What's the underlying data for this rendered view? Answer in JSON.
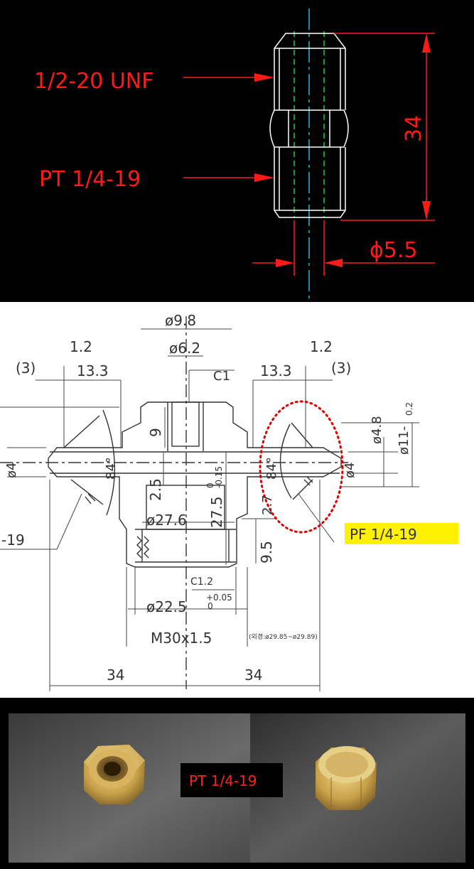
{
  "cad_drawing": {
    "label_top_thread": "1/2-20 UNF",
    "label_bottom_thread": "PT 1/4-19",
    "dim_height": "34",
    "dim_diameter": "ϕ5.5",
    "colors": {
      "background": "#000000",
      "dimension": "#ff1a1a",
      "outline": "#ffffff",
      "hidden": "#22cc33",
      "center": "#22bbdd"
    }
  },
  "tech_drawing": {
    "dims": {
      "d_outer_top": "ø9.8",
      "d_inner_top": "ø6.2",
      "chamfer_top": "C1",
      "flare_left": "1.2",
      "flare_right": "1.2",
      "paren_left": "(3)",
      "paren_right": "(3)",
      "len_left": "13.3",
      "len_right": "13.3",
      "depth_9": "9",
      "bore_left": "ø4",
      "bore_right": "ø4",
      "d_48": "ø4.8",
      "d_11": "ø11-",
      "d_11_tol": "0.2",
      "gap_25": "2.5",
      "angle_left": "84°",
      "angle_right": "84°",
      "d_276": "ø27.6",
      "len_275": "27.5",
      "len_275_tol": "-0.15",
      "len_275_tol_upper": "0",
      "d_27_small": "2.7",
      "len_95": "9.5",
      "chamfer_bottom": "C1.2",
      "d_225": "ø22.5",
      "d_225_tol_upper": "+0.05",
      "d_225_tol_lower": "0",
      "thread_m30": "M30x1.5",
      "note_outer": "(외경:ø29.85~ø29.89)",
      "thread_left_partial": "-19",
      "total_left": "34",
      "total_right": "34"
    },
    "callout_label": "PF  1/4-19",
    "colors": {
      "callout_bg": "#fff200",
      "callout_circle": "#dd0000",
      "line": "#333333"
    }
  },
  "photo": {
    "label": "PT  1/4-19",
    "colors": {
      "brass": "#c9a24a",
      "label_text": "#ff2222",
      "label_bg": "#000000"
    }
  }
}
